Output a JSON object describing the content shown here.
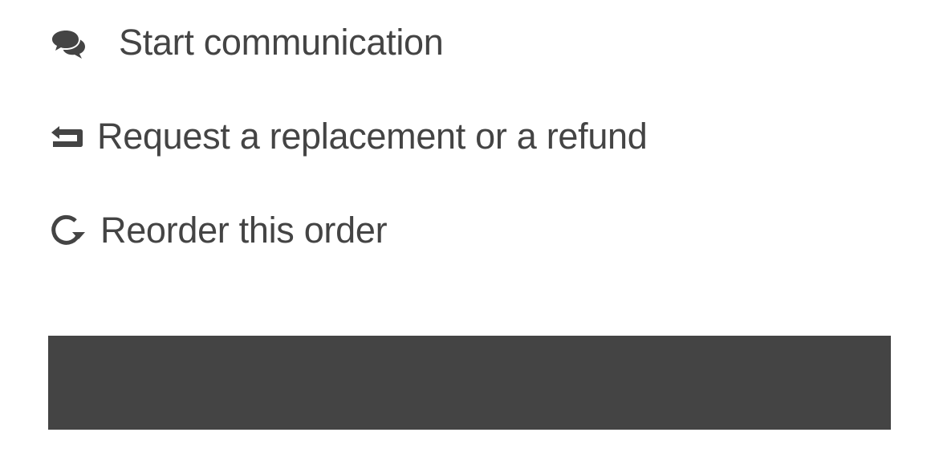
{
  "actions": [
    {
      "id": "communicate",
      "icon": "comments-icon",
      "label": "Start communication"
    },
    {
      "id": "refund",
      "icon": "return-arrow-icon",
      "label": "Request a replacement or a refund"
    },
    {
      "id": "reorder",
      "icon": "refresh-icon",
      "label": "Reorder this order"
    }
  ],
  "bar": {
    "label": "",
    "color": "#444444"
  },
  "colors": {
    "text": "#444444",
    "background": "#ffffff"
  }
}
